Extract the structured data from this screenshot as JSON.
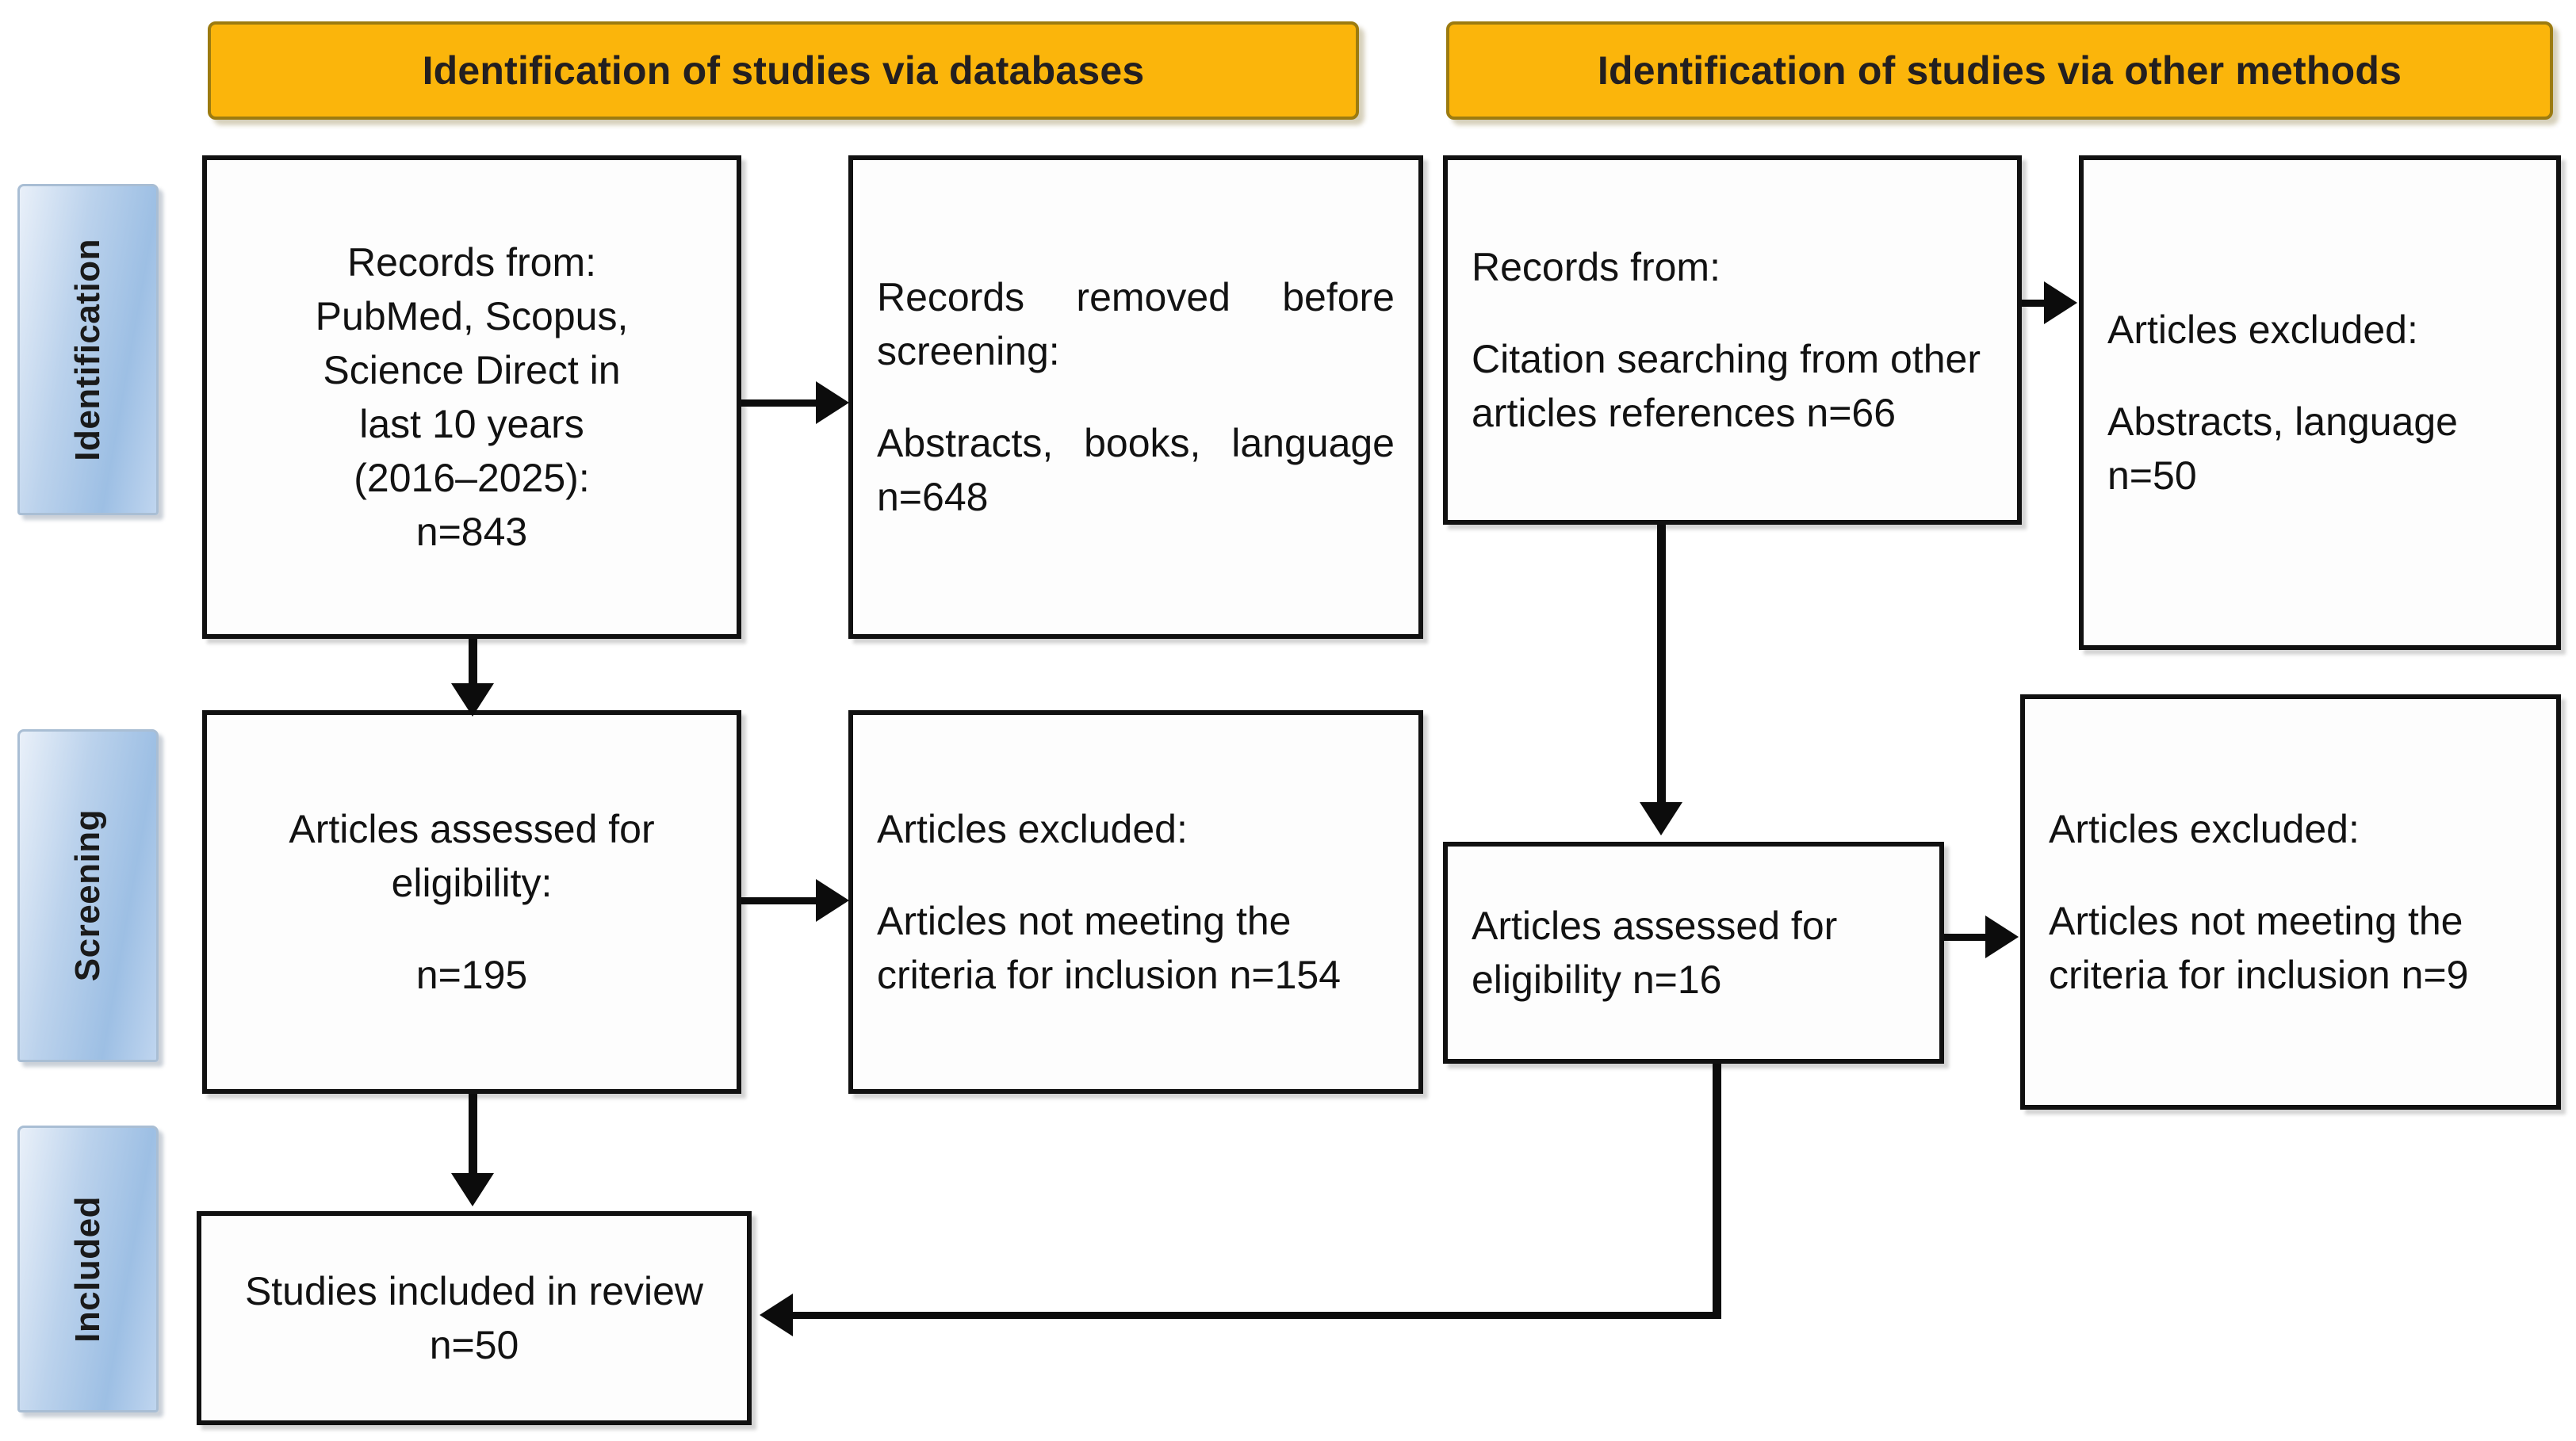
{
  "diagram": {
    "type": "PRISMA flow diagram",
    "banners": [
      {
        "id": "databases",
        "label": "Identification of studies via databases"
      },
      {
        "id": "other-methods",
        "label": "Identification of studies via other methods"
      }
    ],
    "stages": [
      {
        "id": "identification",
        "label": "Identification"
      },
      {
        "id": "screening",
        "label": "Screening"
      },
      {
        "id": "included",
        "label": "Included"
      }
    ],
    "colors": {
      "banner_fill": "#FBB50B",
      "banner_border": "#9C7B10",
      "stage_tab_fill": "#BBD2EC",
      "node_border": "#111111",
      "node_fill": "#FDFDFD",
      "connector": "#0C0C0C"
    },
    "nodes": {
      "records_databases": {
        "lines": [
          "Records from:",
          "PubMed, Scopus,",
          "Science Direct in",
          "last 10 years",
          "(2016–2025):",
          "n=843"
        ],
        "count": 843
      },
      "records_removed": {
        "lines": [
          "Records removed before screening:",
          "Abstracts, books, language n=648"
        ],
        "count": 648
      },
      "records_other": {
        "lines": [
          "Records from:",
          "Citation searching from other articles references n=66"
        ],
        "count": 66
      },
      "articles_excluded_other": {
        "lines": [
          "Articles excluded:",
          "Abstracts, language n=50"
        ],
        "count": 50
      },
      "assessed_databases": {
        "lines": [
          "Articles assessed for eligibility:",
          "n=195"
        ],
        "count": 195
      },
      "excluded_databases": {
        "lines": [
          "Articles excluded:",
          "Articles not meeting the criteria for inclusion n=154"
        ],
        "count": 154
      },
      "assessed_other": {
        "lines": [
          "Articles assessed for eligibility n=16"
        ],
        "count": 16
      },
      "excluded_other": {
        "lines": [
          "Articles excluded:",
          "Articles not meeting the criteria for inclusion n=9"
        ],
        "count": 9
      },
      "studies_included": {
        "lines": [
          "Studies included in review n=50"
        ],
        "count": 50
      }
    }
  }
}
